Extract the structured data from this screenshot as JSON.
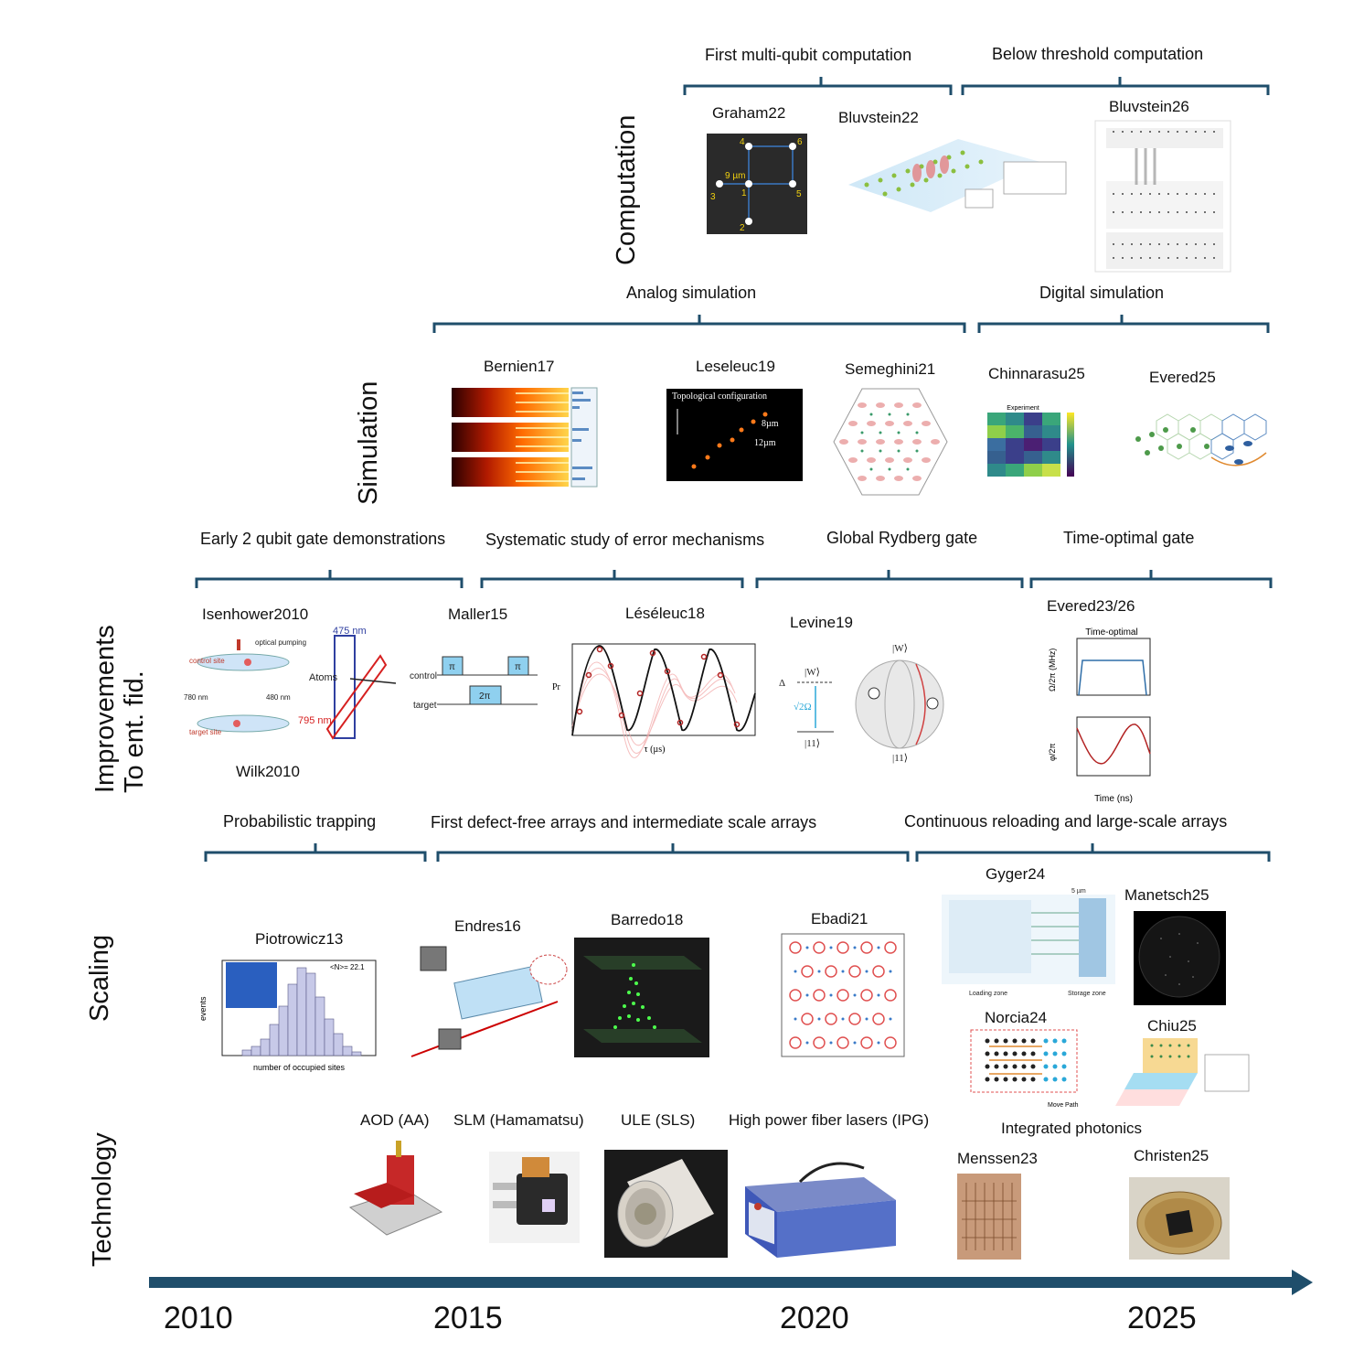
{
  "rows": {
    "computation": "Computation",
    "simulation": "Simulation",
    "improvements_line1": "Improvements",
    "improvements_line2": "To ent. fid.",
    "scaling": "Scaling",
    "technology": "Technology"
  },
  "groups": {
    "first_multi_qubit": "First multi-qubit computation",
    "below_threshold": "Below threshold computation",
    "analog_sim": "Analog simulation",
    "digital_sim": "Digital simulation",
    "early_gates": "Early 2 qubit gate demonstrations",
    "error_mech": "Systematic study of error mechanisms",
    "global_gate": "Global Rydberg gate",
    "time_opt": "Time-optimal gate",
    "prob_trap": "Probabilistic trapping",
    "defect_free": "First defect-free arrays and intermediate scale arrays",
    "continuous": "Continuous reloading and large-scale arrays"
  },
  "papers": {
    "graham22": "Graham22",
    "bluvstein22": "Bluvstein22",
    "bluvstein26": "Bluvstein26",
    "bernien17": "Bernien17",
    "leseleuc19": "Leseleuc19",
    "semeghini21": "Semeghini21",
    "chinnarasu25": "Chinnarasu25",
    "evered25": "Evered25",
    "isenhower2010": "Isenhower2010",
    "wilk2010": "Wilk2010",
    "maller15": "Maller15",
    "leseleuc18": "Léséleuc18",
    "levine19": "Levine19",
    "evered2326": "Evered23/26",
    "piotrowicz13": "Piotrowicz13",
    "endres16": "Endres16",
    "barredo18": "Barredo18",
    "ebadi21": "Ebadi21",
    "gyger24": "Gyger24",
    "manetsch25": "Manetsch25",
    "norcia24": "Norcia24",
    "chiu25": "Chiu25",
    "menssen23": "Menssen23",
    "christen25": "Christen25"
  },
  "technology": {
    "aod": "AOD (AA)",
    "slm": "SLM (Hamamatsu)",
    "ule": "ULE (SLS)",
    "fiber": "High power fiber lasers  (IPG)",
    "photonics": "Integrated photonics"
  },
  "years": [
    "2010",
    "2015",
    "2020",
    "2025"
  ],
  "figure_text": {
    "graham_sites": [
      "4",
      "6",
      "3",
      "1",
      "5",
      "2"
    ],
    "graham_scale": "9 µm",
    "lese19_title": "Topological configuration",
    "lese19_d1": "8µm",
    "lese19_d2": "12µm",
    "chinna_title": "Experiment",
    "maller_control": "control",
    "maller_target": "target",
    "maller_pi": "π",
    "maller_2pi": "2π",
    "isen_optical": "optical pumping",
    "isen_control": "control site",
    "isen_target": "target site",
    "isen_780": "780 nm",
    "isen_480": "480 nm",
    "wilk_475": "475 nm",
    "wilk_795": "795 nm",
    "wilk_atoms": "Atoms",
    "leseleuc18_xlabel": "τ (µs)",
    "leseleuc18_ylabel": "Pr",
    "levine_w": "|W⟩",
    "levine_11": "|11⟩",
    "levine_delta": "Δ",
    "levine_rabi": "√2Ω",
    "evered_title": "Time-optimal",
    "evered_y1": "Ω/2π (MHz)",
    "evered_y2": "φ/2π",
    "evered_x": "Time (ns)",
    "piot_xlabel": "number of occupied sites",
    "piot_ylabel": "events",
    "piot_n": "<N>= 22.1",
    "gyger_scale": "5 µm",
    "gyger_loading": "Loading zone",
    "gyger_storage": "Storage zone",
    "norcia_move": "Move Path"
  },
  "colors": {
    "bracket": "#1f4e6b",
    "arrow": "#1f4e6b",
    "accent_red": "#c0392b"
  }
}
